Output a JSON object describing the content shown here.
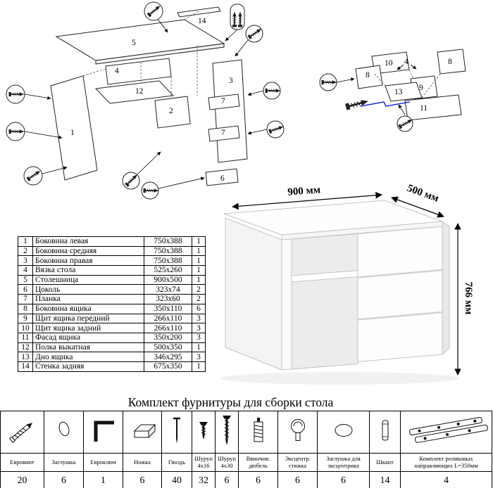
{
  "page": {
    "title": "Комплект фурнитуры для сборки стола"
  },
  "dimensions": {
    "width": "900 мм",
    "depth": "500 мм",
    "height": "766 мм"
  },
  "parts_table": {
    "rows": [
      {
        "num": "1",
        "name": "Боковина левая",
        "size": "750x388",
        "qty": "1"
      },
      {
        "num": "2",
        "name": "Боковина средняя",
        "size": "750x388",
        "qty": "1"
      },
      {
        "num": "3",
        "name": "Боковина правая",
        "size": "750x388",
        "qty": "1"
      },
      {
        "num": "4",
        "name": "Вязка стола",
        "size": "525x260",
        "qty": "1"
      },
      {
        "num": "5",
        "name": "Столешница",
        "size": "900x500",
        "qty": "1"
      },
      {
        "num": "6",
        "name": "Цоколь",
        "size": "323x74",
        "qty": "2"
      },
      {
        "num": "7",
        "name": "Планка",
        "size": "323x60",
        "qty": "2"
      },
      {
        "num": "8",
        "name": "Боковина ящика",
        "size": "350x110",
        "qty": "6"
      },
      {
        "num": "9",
        "name": "Щит ящика передний",
        "size": "266x110",
        "qty": "3"
      },
      {
        "num": "10",
        "name": "Щит ящика задний",
        "size": "266x110",
        "qty": "3"
      },
      {
        "num": "11",
        "name": "Фасад ящика",
        "size": "350x200",
        "qty": "3"
      },
      {
        "num": "12",
        "name": "Полка выкатная",
        "size": "500x350",
        "qty": "1"
      },
      {
        "num": "13",
        "name": "Дно ящика",
        "size": "346x295",
        "qty": "3"
      },
      {
        "num": "14",
        "name": "Стенка задняя",
        "size": "675x350",
        "qty": "1"
      }
    ]
  },
  "main_diagram": {
    "labels": {
      "p1": "1",
      "p2": "2",
      "p3": "3",
      "p4": "4",
      "p5": "5",
      "p6": "6",
      "p7a": "7",
      "p7b": "7",
      "p12": "12",
      "p14": "14"
    }
  },
  "drawer_diagram": {
    "labels": {
      "p4": "4",
      "p8a": "8",
      "p8b": "8",
      "p9": "9",
      "p10": "10",
      "p11": "11",
      "p13": "13"
    }
  },
  "hardware_table": {
    "items": [
      {
        "name": "Евровинт",
        "qty": "20",
        "icon": "confirmat-screw-icon"
      },
      {
        "name": "Заглушка",
        "qty": "6",
        "icon": "cap-icon"
      },
      {
        "name": "Евроключ",
        "qty": "1",
        "icon": "hex-key-icon"
      },
      {
        "name": "Ножка",
        "qty": "6",
        "icon": "foot-icon"
      },
      {
        "name": "Гвоздь",
        "qty": "40",
        "icon": "nail-icon"
      },
      {
        "name": "Шуруп 4x16",
        "qty": "32",
        "icon": "screw-small-icon"
      },
      {
        "name": "Шуруп 4x30",
        "qty": "6",
        "icon": "screw-large-icon"
      },
      {
        "name": "Ввинчив. дюбель",
        "qty": "6",
        "icon": "threaded-dowel-icon"
      },
      {
        "name": "Эксцентр. стяжка",
        "qty": "6",
        "icon": "cam-lock-icon"
      },
      {
        "name": "Заглушка для эксцентрика",
        "qty": "6",
        "icon": "cam-cap-icon"
      },
      {
        "name": "Шкант",
        "qty": "14",
        "icon": "wood-dowel-icon"
      },
      {
        "name": "Комплект роликовых направляющих L=350мм",
        "qty": "4",
        "icon": "roller-slide-icon"
      }
    ]
  },
  "colors": {
    "accent_blue": "#2233cc",
    "line": "#222222"
  }
}
